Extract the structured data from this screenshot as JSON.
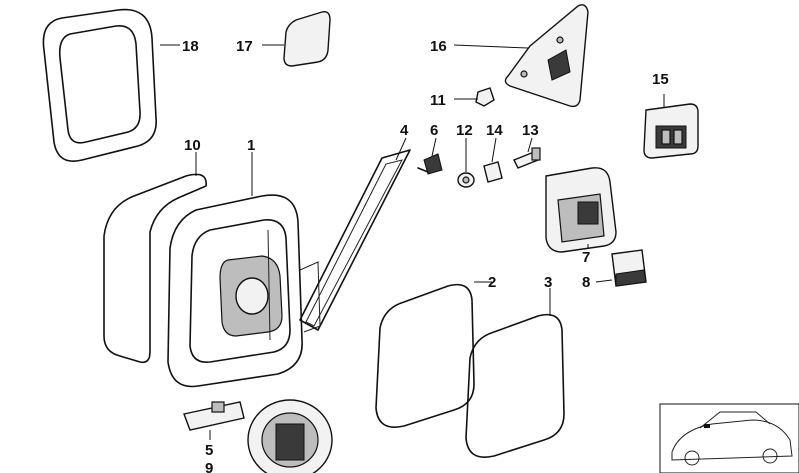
{
  "diagram": {
    "callouts": [
      {
        "id": "c18",
        "label": "18"
      },
      {
        "id": "c17",
        "label": "17"
      },
      {
        "id": "c16",
        "label": "16"
      },
      {
        "id": "c15",
        "label": "15"
      },
      {
        "id": "c11",
        "label": "11"
      },
      {
        "id": "c4",
        "label": "4"
      },
      {
        "id": "c6",
        "label": "6"
      },
      {
        "id": "c12",
        "label": "12"
      },
      {
        "id": "c14",
        "label": "14"
      },
      {
        "id": "c13",
        "label": "13"
      },
      {
        "id": "c10",
        "label": "10"
      },
      {
        "id": "c1",
        "label": "1"
      },
      {
        "id": "c7",
        "label": "7"
      },
      {
        "id": "c8",
        "label": "8"
      },
      {
        "id": "c2",
        "label": "2"
      },
      {
        "id": "c3",
        "label": "3"
      },
      {
        "id": "c5",
        "label": "5"
      },
      {
        "id": "c9",
        "label": "9"
      }
    ],
    "colors": {
      "line": "#111111",
      "background": "#ffffff",
      "shade": "#bdbdbd"
    }
  }
}
